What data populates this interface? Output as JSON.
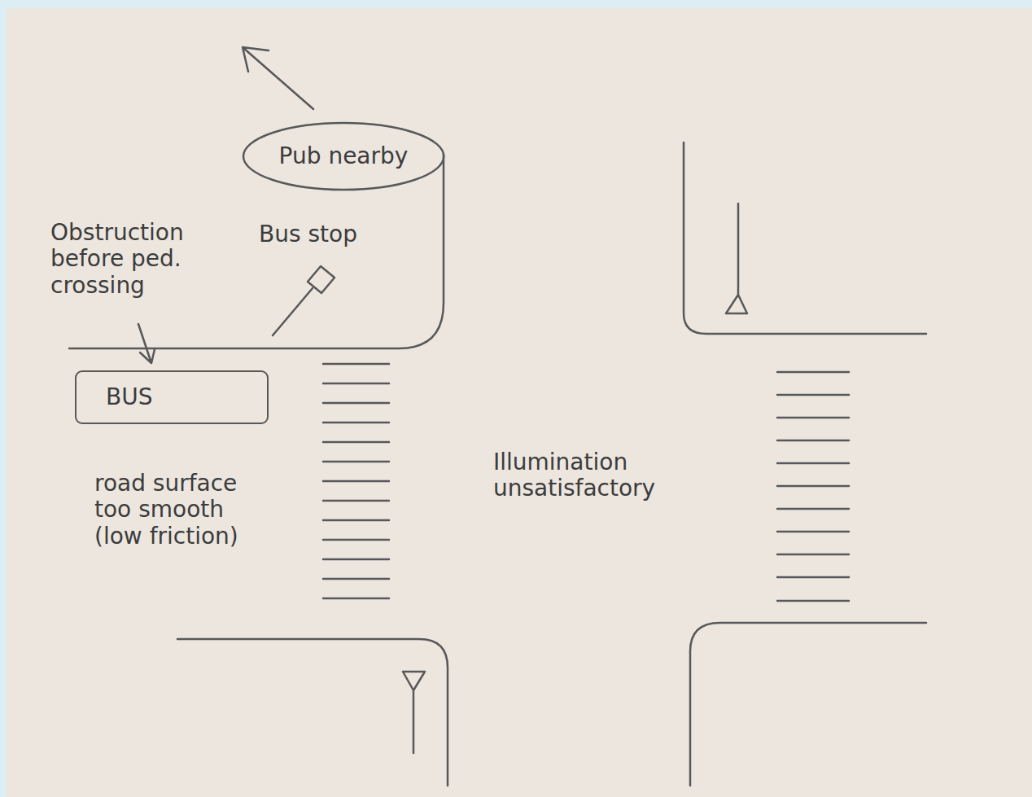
{
  "diagram": {
    "nodes": [
      {
        "text": [
          "Pub nearby"
        ]
      },
      {
        "text": [
          "BUS"
        ]
      }
    ],
    "labels": [
      "Obstruction before ped. crossing",
      "Bus stop",
      "road surface too smooth (low friction)",
      "Illumination unsatisfactory"
    ]
  }
}
